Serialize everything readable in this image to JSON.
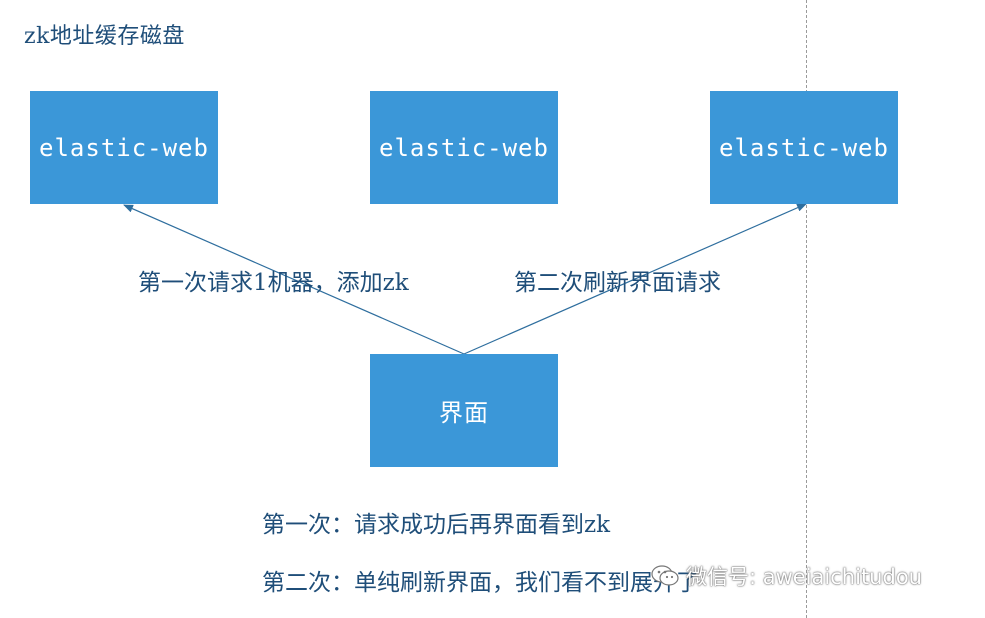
{
  "title": "zk地址缓存磁盘",
  "boxes": {
    "web1": "elastic-web",
    "web2": "elastic-web",
    "web3": "elastic-web",
    "ui": "界面"
  },
  "edges": {
    "left_label": "第一次请求1机器，添加zk",
    "right_label": "第二次刷新界面请求"
  },
  "notes": {
    "first": "第一次：请求成功后再界面看到zk",
    "second": "第二次：单纯刷新界面，我们看不到展开了"
  },
  "watermark": {
    "text": "微信号: aweiaichitudou",
    "icon": "wechat-icon"
  },
  "colors": {
    "box_fill": "#3b97d8",
    "text": "#1f4e79",
    "arrow": "#2e6e9e"
  }
}
